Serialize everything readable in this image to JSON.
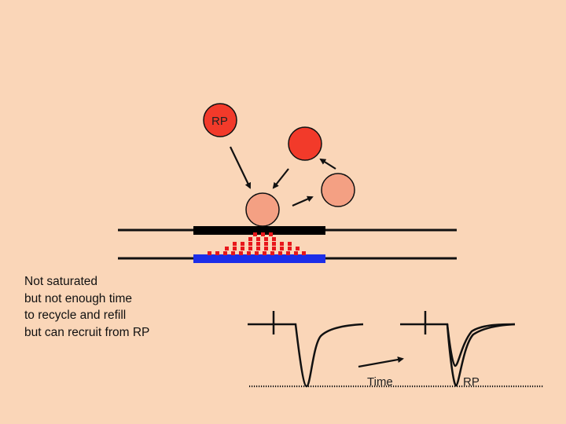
{
  "labels": {
    "rp_vesicle": "RP",
    "time_axis": "Time",
    "rp_trace": "RP"
  },
  "caption": [
    "Not saturated",
    "but not enough time",
    "to recycle and refill",
    "but can recruit from RP"
  ],
  "colors": {
    "background": "#fad6b8",
    "reserve_vesicle": "#f23a2a",
    "recycling_vesicle": "#f4a083",
    "transmitter_dots": "#e8171b",
    "presynaptic_active_zone": "#000000",
    "postsynaptic_density": "#1c2ee8"
  }
}
